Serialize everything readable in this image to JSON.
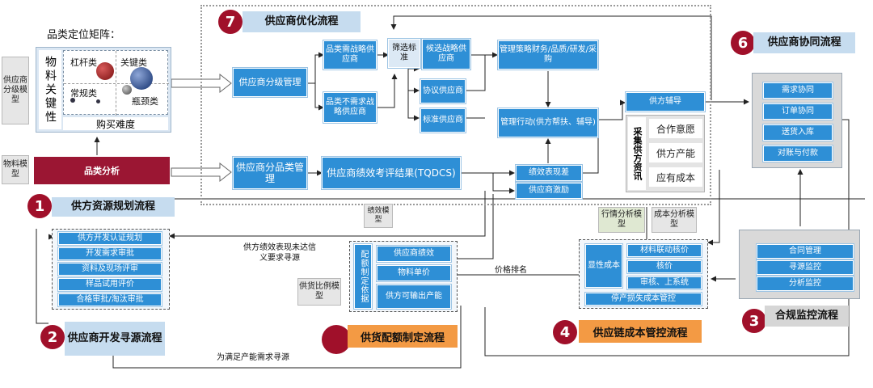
{
  "matrix": {
    "title": "品类定位矩阵：",
    "y_label": "物料关键性",
    "x_label": "购买难度",
    "quadrants": [
      "杠杆类",
      "关键类",
      "常规类",
      "瓶颈类"
    ]
  },
  "left": {
    "supplier_grading_model": "供应商分级模型",
    "material_model": "物料模型",
    "category_analysis": "品类分析"
  },
  "flow7": {
    "number": "7",
    "title": "供应商优化流程",
    "grading_mgmt": "供应商分级管理",
    "class_mgmt": "供应商分品类管理",
    "strategic_needs": "品类需战略供应商",
    "no_strategic": "品类不需求战略供应商",
    "screening": "筛选标准",
    "candidate": "候选战略供应商",
    "agreement": "协议供应商",
    "standard": "标准供应商",
    "mgmt_strategy": "管理策略财务/品质/研发/采购",
    "mgmt_action": "管理行动(供方帮扶、辅导)",
    "performance_result": "供应商绩效考评结果(TQDCS)",
    "poor_performance": "绩效表现差",
    "incentive": "供应商激励",
    "supplier_coaching": "供方辅导",
    "collect_info": "采集供方资讯",
    "cooperation": "合作意愿",
    "capacity": "供方产能",
    "should_cost": "应有成本",
    "perf_model": "绩效模型"
  },
  "flow6": {
    "number": "6",
    "title": "供应商协同流程",
    "items": [
      "需求协同",
      "订单协同",
      "送货入库",
      "对账与付款"
    ]
  },
  "flow1": {
    "number": "1",
    "title": "供方资源规划流程"
  },
  "flow2": {
    "number": "2",
    "title": "供应商开发寻源流程",
    "items": [
      "供方开发认证规划",
      "开发需求审批",
      "资料及现场评审",
      "样品试用评价",
      "合格审批/淘汰审批"
    ]
  },
  "flow5": {
    "title": "供货配额制定流程",
    "basis": "配额制定依据",
    "items": [
      "供应商绩效",
      "物料单价",
      "供方可输出产能"
    ],
    "ratio_model": "供货比例模型"
  },
  "flow4": {
    "number": "4",
    "title": "供应链成本管控流程",
    "explicit_cost": "显性成本",
    "items": [
      "材料联动核价",
      "核价",
      "审核、上系统"
    ],
    "stop_loss": "停产损失成本管控",
    "market_model": "行情分析模型",
    "cost_model": "成本分析模型"
  },
  "flow3": {
    "number": "3",
    "title": "合规监控流程",
    "items": [
      "合同管理",
      "寻源监控",
      "分析监控"
    ]
  },
  "annotations": {
    "underperform": "供方绩效表现未达信义要求寻源",
    "price_rank": "价格排名",
    "capacity_need": "为满足产能需求寻源"
  },
  "colors": {
    "box_blue": "#2e8fd6",
    "number_red": "#a0102a",
    "title_light_blue": "#c6dcef",
    "title_orange": "#f39a44",
    "category_bar": "#9b1633"
  }
}
